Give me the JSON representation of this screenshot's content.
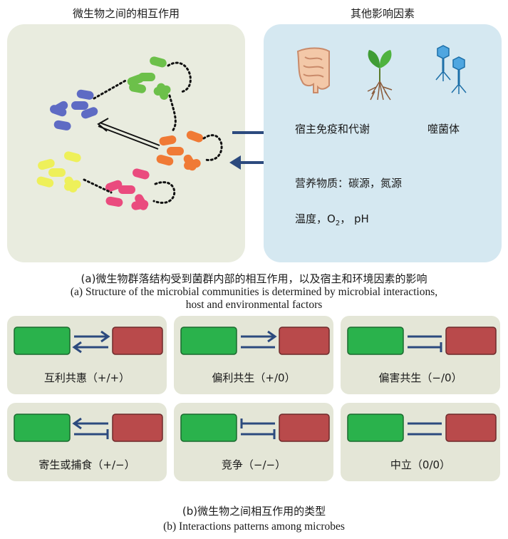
{
  "top": {
    "left_heading": "微生物之间的相互作用",
    "right_heading": "其他影响因素",
    "factor_host": "宿主免疫和代谢",
    "factor_phage": "噬菌体",
    "factor_nutrients": "营养物质：碳源，氮源",
    "factor_env_prefix": "温度，O",
    "factor_env_sub": "2",
    "factor_env_suffix": "，  pH",
    "caption_cn": "(a)微生物群落结构受到菌群内部的相互作用，以及宿主和环境因素的影响",
    "caption_en_line1": "(a) Structure of the microbial communities is determined by microbial interactions,",
    "caption_en_line2": "host and environmental factors"
  },
  "clusters": [
    {
      "name": "blue",
      "color": "#5e6bc4"
    },
    {
      "name": "green",
      "color": "#6cc04a"
    },
    {
      "name": "orange",
      "color": "#f07a35"
    },
    {
      "name": "yellow",
      "color": "#eef05a"
    },
    {
      "name": "pink",
      "color": "#ea4b7e"
    }
  ],
  "interactions": [
    {
      "label": "互利共惠（+/+）",
      "type": "mutualism"
    },
    {
      "label": "偏利共生（+/0）",
      "type": "commensalism"
    },
    {
      "label": "偏害共生（−/0）",
      "type": "amensalism"
    },
    {
      "label": "寄生或捕食（+/−）",
      "type": "parasitism"
    },
    {
      "label": "竞争（−/−）",
      "type": "competition"
    },
    {
      "label": "中立（0/0）",
      "type": "neutralism"
    }
  ],
  "colors": {
    "box_green": "#2ab24c",
    "box_red": "#b94a4b",
    "arrow": "#2c4a7e"
  },
  "bottom": {
    "caption_cn": "(b)微生物之间相互作用的类型",
    "caption_en": "(b) Interactions patterns among microbes"
  }
}
